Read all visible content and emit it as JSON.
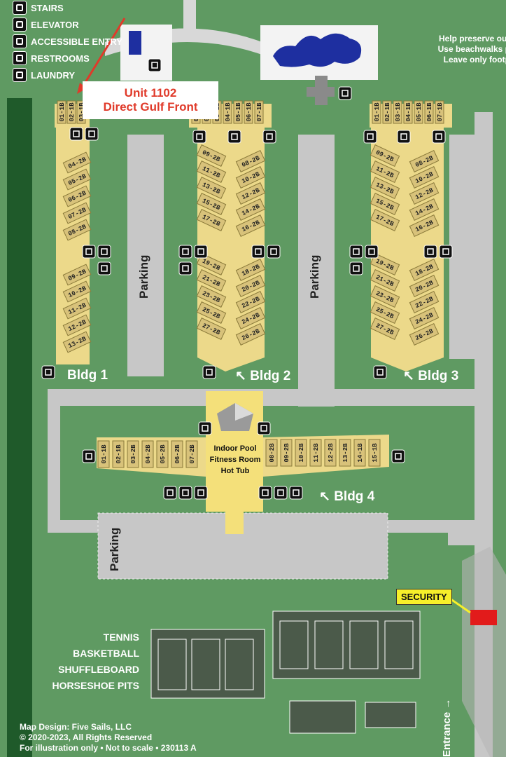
{
  "legend": {
    "items": [
      {
        "label": "STAIRS",
        "icon": "stairs-icon"
      },
      {
        "label": "ELEVATOR",
        "icon": "elevator-icon"
      },
      {
        "label": "ACCESSIBLE ENTRY",
        "icon": "accessible-icon"
      },
      {
        "label": "RESTROOMS",
        "icon": "restroom-icon"
      },
      {
        "label": "LAUNDRY",
        "icon": "laundry-icon"
      }
    ]
  },
  "preservation_note": [
    "Help preserve our",
    "Use beachwalks p",
    "Leave only footp"
  ],
  "callout": {
    "line1": "Unit 1102",
    "line2": "Direct Gulf Front"
  },
  "buildings": {
    "b1": "Bldg 1",
    "b2": "Bldg 2",
    "b3": "Bldg 3",
    "b4": "Bldg 4"
  },
  "parking_label": "Parking",
  "pool": {
    "line1": "Indoor Pool",
    "line2": "Fitness Room",
    "line3": "Hot Tub"
  },
  "security": "SECURITY",
  "amenities": [
    "TENNIS",
    "BASKETBALL",
    "SHUFFLEBOARD",
    "HORSESHOE PITS"
  ],
  "credits": [
    "Map Design: Five Sails, LLC",
    "© 2020-2023, All Rights Reserved",
    "For illustration only • Not to scale • 230113 A"
  ],
  "entrance": "Entrance →",
  "units": {
    "b1_top": [
      "01-1B",
      "02-1B",
      "03-1B"
    ],
    "b1_col": [
      "04-2B",
      "05-2B",
      "06-2B",
      "07-2B",
      "08-2B",
      "09-2B",
      "10-2B",
      "11-2B",
      "12-2B",
      "13-2B"
    ],
    "b2_top": [
      "01-1B",
      "02-1B",
      "03-1B",
      "04-1B",
      "05-1B",
      "06-1B",
      "07-1B"
    ],
    "b2_left": [
      "09-2B",
      "11-2B",
      "13-2B",
      "15-2B",
      "17-2B",
      "19-2B",
      "21-2B",
      "23-2B",
      "25-2B",
      "27-2B"
    ],
    "b2_right": [
      "08-2B",
      "10-2B",
      "12-2B",
      "14-2B",
      "16-2B",
      "18-2B",
      "20-2B",
      "22-2B",
      "24-2B",
      "26-2B"
    ],
    "b3_top": [
      "01-1B",
      "02-1B",
      "03-1B",
      "04-1B",
      "05-1B",
      "06-1B",
      "07-1B"
    ],
    "b3_left": [
      "09-2B",
      "11-2B",
      "13-2B",
      "15-2B",
      "17-2B",
      "19-2B",
      "21-2B",
      "23-2B",
      "25-2B",
      "27-2B"
    ],
    "b3_right": [
      "08-2B",
      "10-2B",
      "12-2B",
      "14-2B",
      "16-2B",
      "18-2B",
      "20-2B",
      "22-2B",
      "24-2B",
      "26-2B"
    ],
    "b4_left": [
      "01-1B",
      "02-1B",
      "03-2B",
      "04-2B",
      "05-2B",
      "06-2B",
      "07-2B"
    ],
    "b4_right": [
      "08-2B",
      "09-2B",
      "10-2B",
      "11-2B",
      "12-2B",
      "13-2B",
      "14-1B",
      "15-1B"
    ]
  },
  "colors": {
    "grass": "#5f9a62",
    "road": "#c7c7c7",
    "building": "#ecd98a",
    "unit": "#d8c27a",
    "accent": "#e03a2a",
    "water": "#1e2fa0",
    "security": "#f6ef2a"
  }
}
